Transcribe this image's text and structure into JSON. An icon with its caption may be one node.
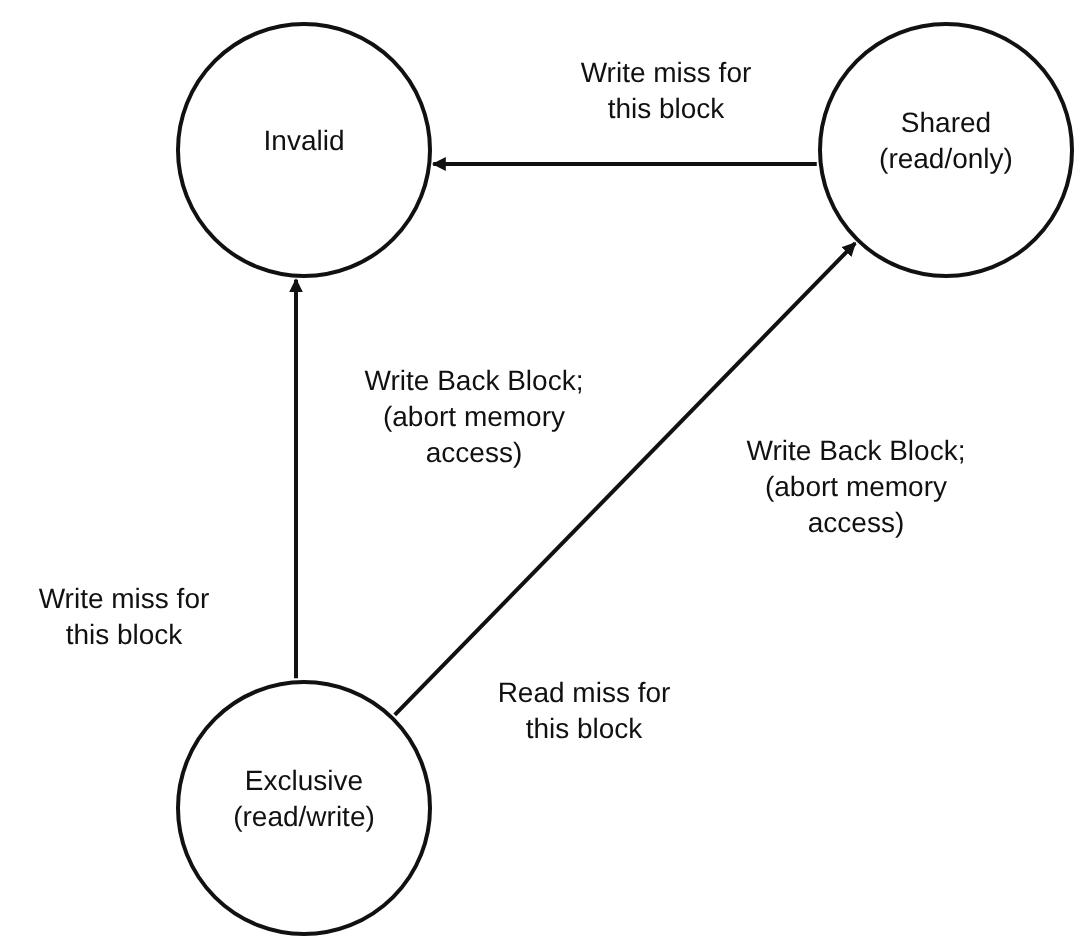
{
  "diagram": {
    "nodes": [
      {
        "text": [
          "Invalid"
        ]
      },
      {
        "text": [
          "Shared (read/only)"
        ]
      },
      {
        "text": [
          "Exclusive (read/write)"
        ]
      }
    ],
    "edges": [
      {
        "from": 1,
        "to": 0,
        "arrow": "to"
      },
      {
        "from": 2,
        "to": 0,
        "arrow": "to"
      },
      {
        "from": 2,
        "to": 1,
        "arrow": "to"
      }
    ],
    "labels": [
      "Write miss for this block",
      "Write Back Block; (abort memory access)",
      "Write Back Block; (abort memory access)",
      "Write miss for this block",
      "Read miss for this block"
    ]
  }
}
